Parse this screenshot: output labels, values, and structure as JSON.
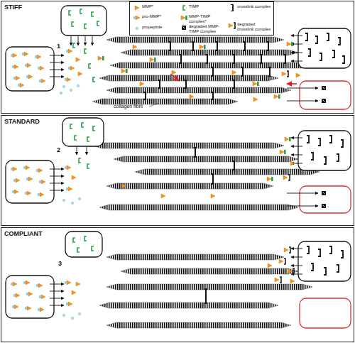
{
  "diagram": {
    "nodes": [
      {
        "text": [
          "STIFF"
        ]
      },
      {
        "text": [
          "STANDARD"
        ]
      },
      {
        "text": [
          "COMPLIANT"
        ]
      }
    ],
    "labels": [
      "1",
      "collagen fibril",
      "2",
      "3"
    ],
    "legend": [
      {
        "text": "MMP*"
      },
      {
        "text": "TIMP"
      },
      {
        "text": "crosslink complex"
      },
      {
        "text": "pro-MMP*"
      },
      {
        "text": "MMP-TIMP complex*"
      },
      {
        "text": "propeptide"
      },
      {
        "text": "degraded MMP-TIMP complex"
      },
      {
        "text": "degraded crosslink complex"
      }
    ]
  }
}
